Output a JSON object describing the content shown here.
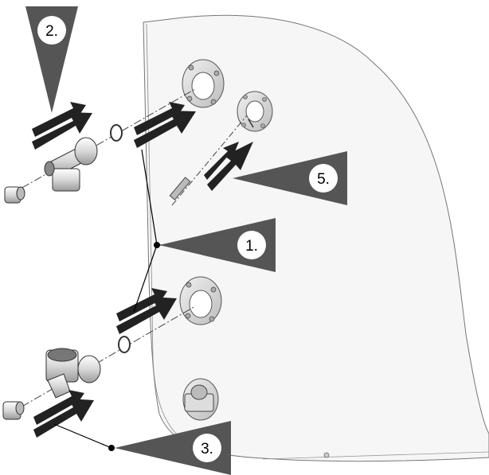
{
  "diagram": {
    "callouts": [
      {
        "id": "step-2",
        "label": "2."
      },
      {
        "id": "step-5",
        "label": "5."
      },
      {
        "id": "step-1",
        "label": "1."
      },
      {
        "id": "step-3",
        "label": "3."
      }
    ]
  },
  "colors": {
    "callout_fill": "#555555",
    "line": "#000000",
    "tank_fill": "#f4f4f4",
    "badge": "#ffffff"
  }
}
